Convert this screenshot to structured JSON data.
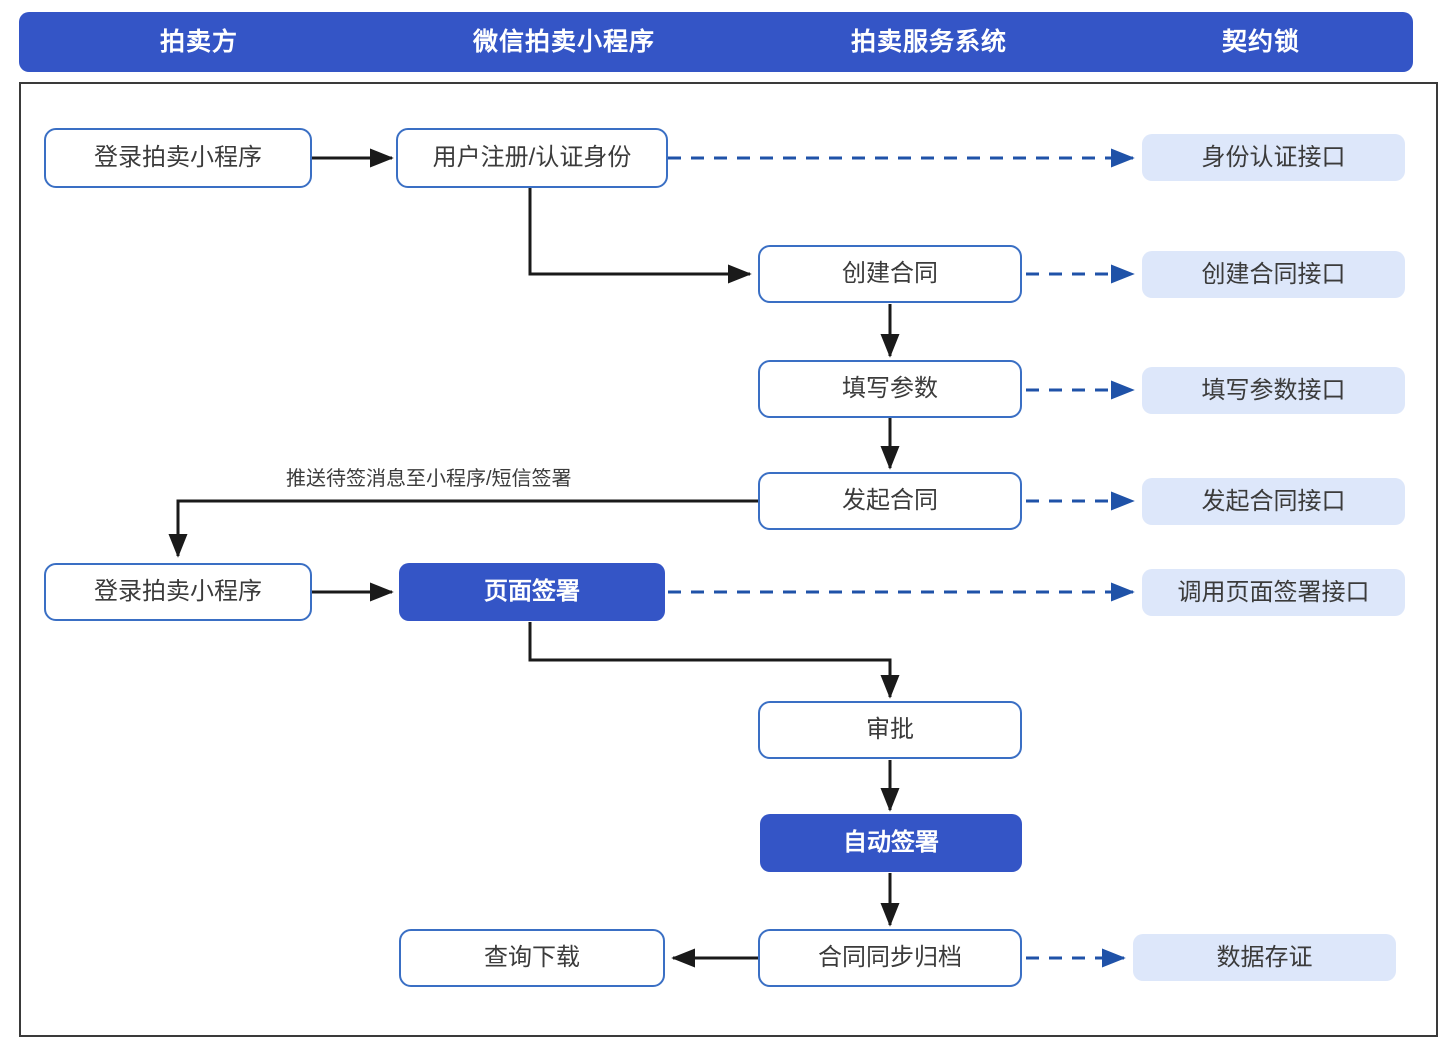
{
  "colors": {
    "brand_blue": "#3455c6",
    "node_border_blue": "#3a6fc4",
    "api_fill": "#dde7fa",
    "frame_border": "#3a3a3a",
    "solid_arrow": "#1a1a1a",
    "dashed_arrow": "#1f52a8",
    "text_dark": "#3b3b3b",
    "text_white": "#ffffff"
  },
  "header": {
    "lanes": [
      {
        "label": "拍卖方"
      },
      {
        "label": "微信拍卖小程序"
      },
      {
        "label": "拍卖服务系统"
      },
      {
        "label": "契约锁"
      }
    ]
  },
  "flow": {
    "nodes": [
      {
        "id": "login1",
        "label": "登录拍卖小程序",
        "lane": "拍卖方",
        "style": "outline"
      },
      {
        "id": "register",
        "label": "用户注册/认证身份",
        "lane": "微信拍卖小程序",
        "style": "outline"
      },
      {
        "id": "api_identity",
        "label": "身份认证接口",
        "lane": "契约锁",
        "style": "api"
      },
      {
        "id": "create",
        "label": "创建合同",
        "lane": "拍卖服务系统",
        "style": "outline"
      },
      {
        "id": "api_create",
        "label": "创建合同接口",
        "lane": "契约锁",
        "style": "api"
      },
      {
        "id": "params",
        "label": "填写参数",
        "lane": "拍卖服务系统",
        "style": "outline"
      },
      {
        "id": "api_params",
        "label": "填写参数接口",
        "lane": "契约锁",
        "style": "api"
      },
      {
        "id": "launch",
        "label": "发起合同",
        "lane": "拍卖服务系统",
        "style": "outline"
      },
      {
        "id": "api_launch",
        "label": "发起合同接口",
        "lane": "契约锁",
        "style": "api"
      },
      {
        "id": "login2",
        "label": "登录拍卖小程序",
        "lane": "拍卖方",
        "style": "outline"
      },
      {
        "id": "pagesign",
        "label": "页面签署",
        "lane": "微信拍卖小程序",
        "style": "filled"
      },
      {
        "id": "api_pagesign",
        "label": "调用页面签署接口",
        "lane": "契约锁",
        "style": "api"
      },
      {
        "id": "approve",
        "label": "审批",
        "lane": "拍卖服务系统",
        "style": "outline"
      },
      {
        "id": "autosign",
        "label": "自动签署",
        "lane": "拍卖服务系统",
        "style": "filled"
      },
      {
        "id": "archive",
        "label": "合同同步归档",
        "lane": "拍卖服务系统",
        "style": "outline"
      },
      {
        "id": "download",
        "label": "查询下载",
        "lane": "微信拍卖小程序",
        "style": "outline"
      },
      {
        "id": "api_evidence",
        "label": "数据存证",
        "lane": "契约锁",
        "style": "api"
      }
    ],
    "edge_labels": [
      {
        "id": "push-msg",
        "text": "推送待签消息至小程序/短信签署"
      }
    ],
    "edges": [
      {
        "from": "login1",
        "to": "register",
        "type": "solid"
      },
      {
        "from": "register",
        "to": "api_identity",
        "type": "dashed"
      },
      {
        "from": "register",
        "to": "create",
        "type": "solid"
      },
      {
        "from": "create",
        "to": "api_create",
        "type": "dashed"
      },
      {
        "from": "create",
        "to": "params",
        "type": "solid"
      },
      {
        "from": "params",
        "to": "api_params",
        "type": "dashed"
      },
      {
        "from": "params",
        "to": "launch",
        "type": "solid"
      },
      {
        "from": "launch",
        "to": "api_launch",
        "type": "dashed"
      },
      {
        "from": "launch",
        "to": "login2",
        "type": "solid",
        "label": "推送待签消息至小程序/短信签署"
      },
      {
        "from": "login2",
        "to": "pagesign",
        "type": "solid"
      },
      {
        "from": "pagesign",
        "to": "api_pagesign",
        "type": "dashed"
      },
      {
        "from": "pagesign",
        "to": "approve",
        "type": "solid"
      },
      {
        "from": "approve",
        "to": "autosign",
        "type": "solid"
      },
      {
        "from": "autosign",
        "to": "archive",
        "type": "solid"
      },
      {
        "from": "archive",
        "to": "download",
        "type": "solid"
      },
      {
        "from": "archive",
        "to": "api_evidence",
        "type": "dashed"
      }
    ]
  }
}
